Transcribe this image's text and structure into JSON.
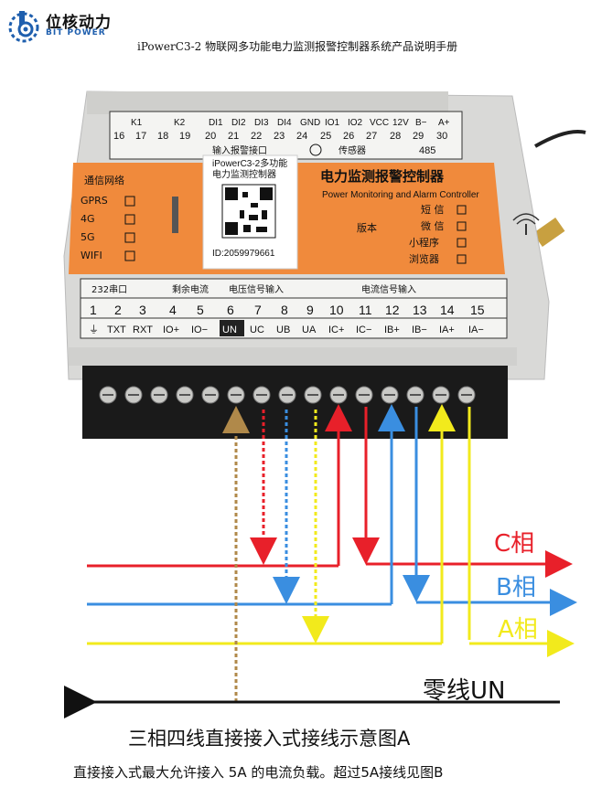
{
  "header": {
    "logo_cn": "位核动力",
    "logo_en": "BIT POWER",
    "title": "iPowerC3-2 物联网多功能电力监测报警控制器系统产品说明手册"
  },
  "device": {
    "top_labels": [
      "K1",
      "K2",
      "DI1",
      "DI2",
      "DI3",
      "DI4",
      "GND",
      "IO1",
      "IO2",
      "VCC",
      "12V",
      "B−",
      "A+"
    ],
    "top_numbers": [
      "16",
      "17",
      "18",
      "19",
      "20",
      "21",
      "22",
      "23",
      "24",
      "25",
      "26",
      "27",
      "28",
      "29",
      "30"
    ],
    "input_alarm_port": "输入报警接口",
    "sensor": "传感器",
    "port_485": "485",
    "comm_title": "通信网络",
    "comm_items": [
      "GPRS",
      "4G",
      "5G",
      "WIFI"
    ],
    "qr_caption_1": "iPowerC3-2多功能",
    "qr_caption_2": "电力监测控制器",
    "device_id": "ID:2059979661",
    "name_cn": "电力监测报警控制器",
    "name_en": "Power Monitoring and Alarm Controller",
    "version_label": "版本",
    "version_items": [
      "短 信",
      "微 信",
      "小程序",
      "浏览器"
    ],
    "group_232": "232串口",
    "group_residual": "剩余电流",
    "group_voltage": "电压信号输入",
    "group_current": "电流信号输入",
    "bottom_numbers": [
      "1",
      "2",
      "3",
      "4",
      "5",
      "6",
      "7",
      "8",
      "9",
      "10",
      "11",
      "12",
      "13",
      "14",
      "15"
    ],
    "bottom_labels": [
      "⏚",
      "TXT",
      "RXT",
      "IO+",
      "IO−",
      "UN",
      "UC",
      "UB",
      "UA",
      "IC+",
      "IC−",
      "IB+",
      "IB−",
      "IA+",
      "IA−"
    ]
  },
  "phases": {
    "c": "C相",
    "b": "B相",
    "a": "A相",
    "neutral": "零线UN"
  },
  "colors": {
    "c_phase": "#e8202a",
    "b_phase": "#3a8ee0",
    "a_phase": "#f2ea1c",
    "neutral": "#111111",
    "neutral_dotted": "#b0894a",
    "orange": "#f08a3c"
  },
  "caption": {
    "main": "三相四线直接接入式接线示意图A",
    "sub": "直接接入式最大允许接入 5A 的电流负载。超过5A接线见图B"
  }
}
